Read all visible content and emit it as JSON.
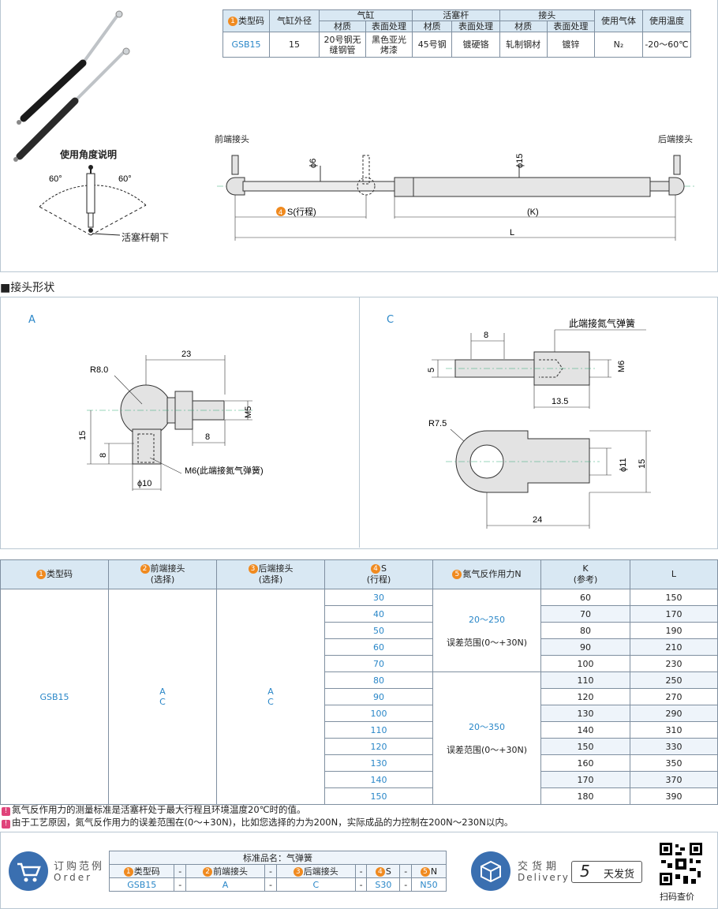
{
  "spec_table": {
    "h_type": "类型码",
    "h_outer": "气缸外径",
    "h_cylinder": "气缸",
    "h_rod": "活塞杆",
    "h_joint": "接头",
    "h_gas": "使用气体",
    "h_temp": "使用温度",
    "h_material": "材质",
    "h_surface": "表面处理",
    "row": {
      "type": "GSB15",
      "outer": "15",
      "cyl_material": "20号钢无缝钢管",
      "cyl_surface": "黑色亚光烤漆",
      "rod_material": "45号钢",
      "rod_surface": "镀硬铬",
      "joint_material": "轧制钢材",
      "joint_surface": "镀锌",
      "gas": "N₂",
      "temp": "-20～60℃"
    }
  },
  "angle": {
    "title": "使用角度说明",
    "left": "60°",
    "right": "60°",
    "note": "活塞杆朝下"
  },
  "drawing": {
    "front": "前端接头",
    "rear": "后端接头",
    "d6": "ϕ6",
    "d15": "ϕ15",
    "stroke": "S(行程)",
    "k": "(K)",
    "l": "L"
  },
  "joint_section": {
    "title": "■接头形状",
    "a": {
      "label": "A",
      "w23": "23",
      "r8": "R8.0",
      "m5": "M5",
      "h15": "15",
      "h8": "8",
      "w8": "8",
      "m6note": "M6(此端接氮气弹簧)",
      "d10": "ϕ10"
    },
    "c": {
      "label": "C",
      "w8": "8",
      "note": "此端接氮气弹簧",
      "h5": "5",
      "m6": "M6",
      "w135": "13.5",
      "r75": "R7.5",
      "d11": "ϕ11",
      "h15": "15",
      "w24": "24"
    }
  },
  "main_table": {
    "h_type": "类型码",
    "h_front": "前端接头",
    "h_front2": "(选择)",
    "h_rear": "后端接头",
    "h_rear2": "(选择)",
    "h_s": "S",
    "h_s2": "(行程)",
    "h_n": "氮气反作用力N",
    "h_k": "K",
    "h_k2": "(参考)",
    "h_l": "L",
    "type": "GSB15",
    "front_opts": [
      "A",
      "C"
    ],
    "rear_opts": [
      "A",
      "C"
    ],
    "force1": "20～250",
    "force1_note": "误差范围(0～+30N)",
    "force2": "20～350",
    "force2_note": "误差范围(0～+30N)",
    "rows": [
      {
        "s": "30",
        "k": "60",
        "l": "150"
      },
      {
        "s": "40",
        "k": "70",
        "l": "170"
      },
      {
        "s": "50",
        "k": "80",
        "l": "190"
      },
      {
        "s": "60",
        "k": "90",
        "l": "210"
      },
      {
        "s": "70",
        "k": "100",
        "l": "230"
      },
      {
        "s": "80",
        "k": "110",
        "l": "250"
      },
      {
        "s": "90",
        "k": "120",
        "l": "270"
      },
      {
        "s": "100",
        "k": "130",
        "l": "290"
      },
      {
        "s": "110",
        "k": "140",
        "l": "310"
      },
      {
        "s": "120",
        "k": "150",
        "l": "330"
      },
      {
        "s": "130",
        "k": "160",
        "l": "350"
      },
      {
        "s": "140",
        "k": "170",
        "l": "370"
      },
      {
        "s": "150",
        "k": "180",
        "l": "390"
      }
    ]
  },
  "notes": [
    "氮气反作用力的测量标准是活塞杆处于最大行程且环境温度20℃时的值。",
    "由于工艺原因，氮气反作用力的误差范围在(0～+30N)，比如您选择的力为200N，实际成品的力控制在200N～230N以内。"
  ],
  "order": {
    "label_cn": "订购范例",
    "label_en": "Order",
    "std_name": "标准品名：气弹簧",
    "h_type": "类型码",
    "h_front": "前端接头",
    "h_rear": "后端接头",
    "h_s": "S",
    "h_n": "N",
    "dash": "-",
    "v_type": "GSB15",
    "v_front": "A",
    "v_rear": "C",
    "v_s": "S30",
    "v_n": "N50"
  },
  "delivery": {
    "label_cn": "交货期",
    "label_en": "Delivery",
    "days": "5",
    "days_unit": "天发货",
    "qr_label": "扫码查价"
  },
  "colors": {
    "accent": "#2a87c8",
    "header": "#d9e8f3",
    "badge": "#f08a1f"
  }
}
